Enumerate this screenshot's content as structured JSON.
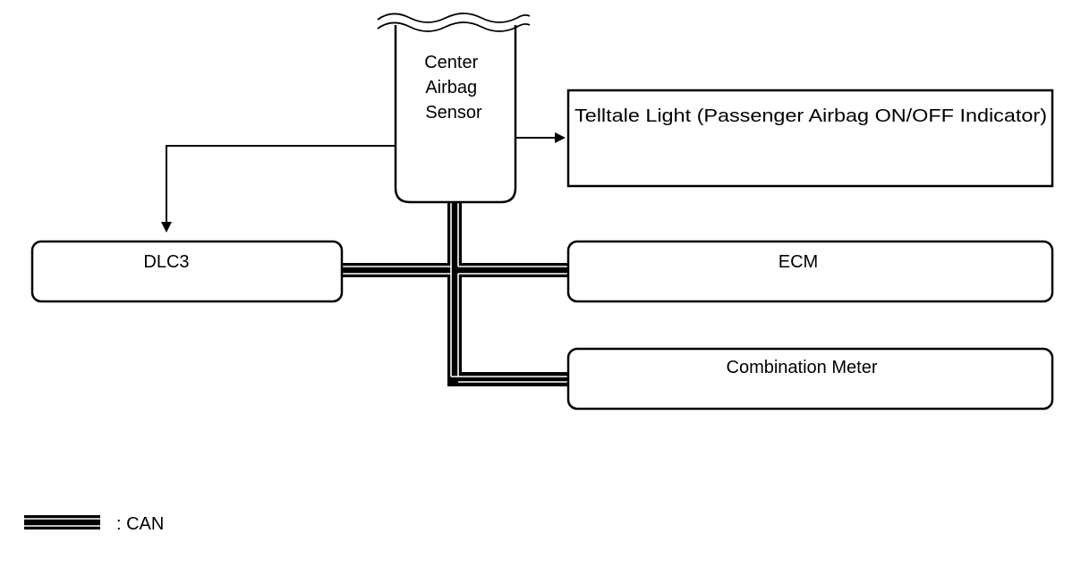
{
  "nodes": {
    "center_airbag_sensor": {
      "lines": [
        "Center",
        "Airbag",
        "Sensor"
      ]
    },
    "telltale_light": {
      "label": "Telltale Light (Passenger Airbag ON/OFF Indicator)"
    },
    "dlc3": {
      "label": "DLC3"
    },
    "ecm": {
      "label": "ECM"
    },
    "combination_meter": {
      "label": "Combination Meter"
    }
  },
  "legend": {
    "can_label": ": CAN"
  },
  "colors": {
    "line": "#000000",
    "background": "#ffffff"
  }
}
